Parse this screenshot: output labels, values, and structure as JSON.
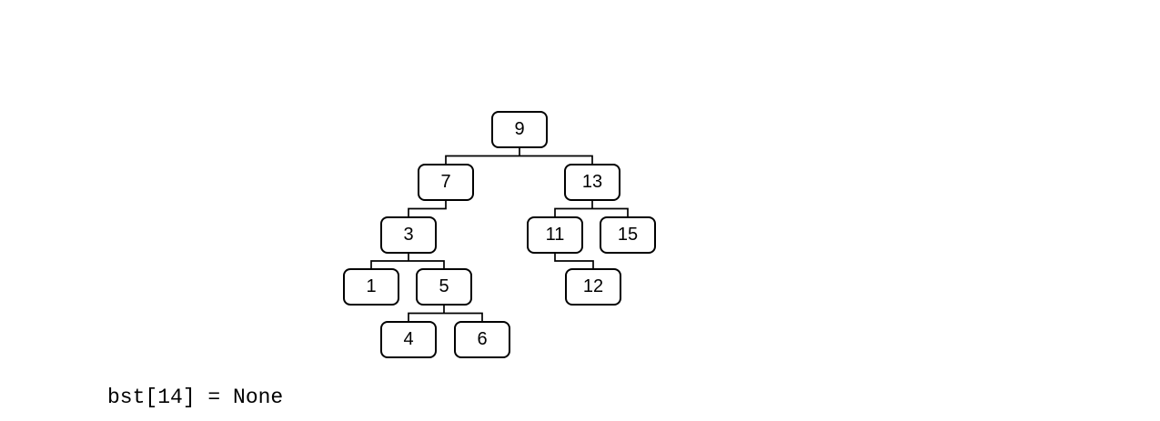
{
  "diagram": {
    "type": "binary-search-tree",
    "nodes": [
      {
        "label": "9"
      },
      {
        "label": "7"
      },
      {
        "label": "13"
      },
      {
        "label": "3"
      },
      {
        "label": "11"
      },
      {
        "label": "15"
      },
      {
        "label": "1"
      },
      {
        "label": "5"
      },
      {
        "label": "12"
      },
      {
        "label": "4"
      },
      {
        "label": "6"
      }
    ],
    "edges": [
      {
        "from": "9",
        "to": "7",
        "side": "left"
      },
      {
        "from": "9",
        "to": "13",
        "side": "right"
      },
      {
        "from": "7",
        "to": "3",
        "side": "left"
      },
      {
        "from": "3",
        "to": "1",
        "side": "left"
      },
      {
        "from": "3",
        "to": "5",
        "side": "right"
      },
      {
        "from": "5",
        "to": "4",
        "side": "left"
      },
      {
        "from": "5",
        "to": "6",
        "side": "right"
      },
      {
        "from": "13",
        "to": "11",
        "side": "left"
      },
      {
        "from": "13",
        "to": "15",
        "side": "right"
      },
      {
        "from": "11",
        "to": "12",
        "side": "right"
      }
    ]
  },
  "console": {
    "output": "bst[14] = None"
  },
  "colors": {
    "background": "#ffffff",
    "node_fill": "#ffffff",
    "node_border": "#000000",
    "edge": "#000000",
    "text": "#000000"
  }
}
